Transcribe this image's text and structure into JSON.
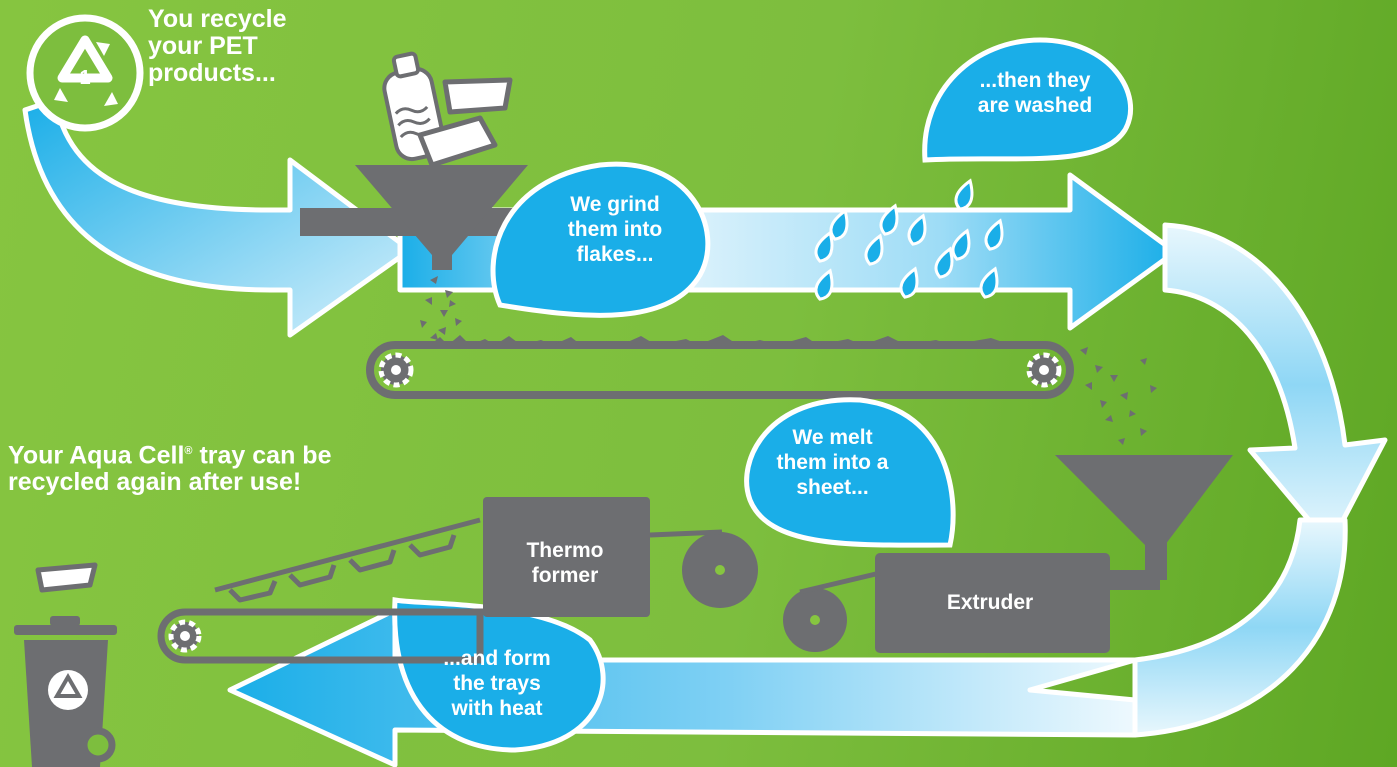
{
  "steps": {
    "recycle": "You recycle your PET products...",
    "grind": "We grind them into flakes...",
    "wash": "...then they are washed",
    "melt": "We melt them into a sheet...",
    "form": "...and form the trays with heat"
  },
  "closing": {
    "line_start": "Your Aqua Cell",
    "reg_mark": "®",
    "line_end": " tray can be recycled again after use!"
  },
  "machines": {
    "thermoformer": "Thermo former",
    "extruder": "Extruder"
  },
  "recycle_code": "1",
  "colors": {
    "background": "#7dbe3e",
    "arrow": "#1aaee8",
    "arrow_light": "#e6f6fd",
    "machine": "#6d6e71",
    "white": "#ffffff"
  }
}
